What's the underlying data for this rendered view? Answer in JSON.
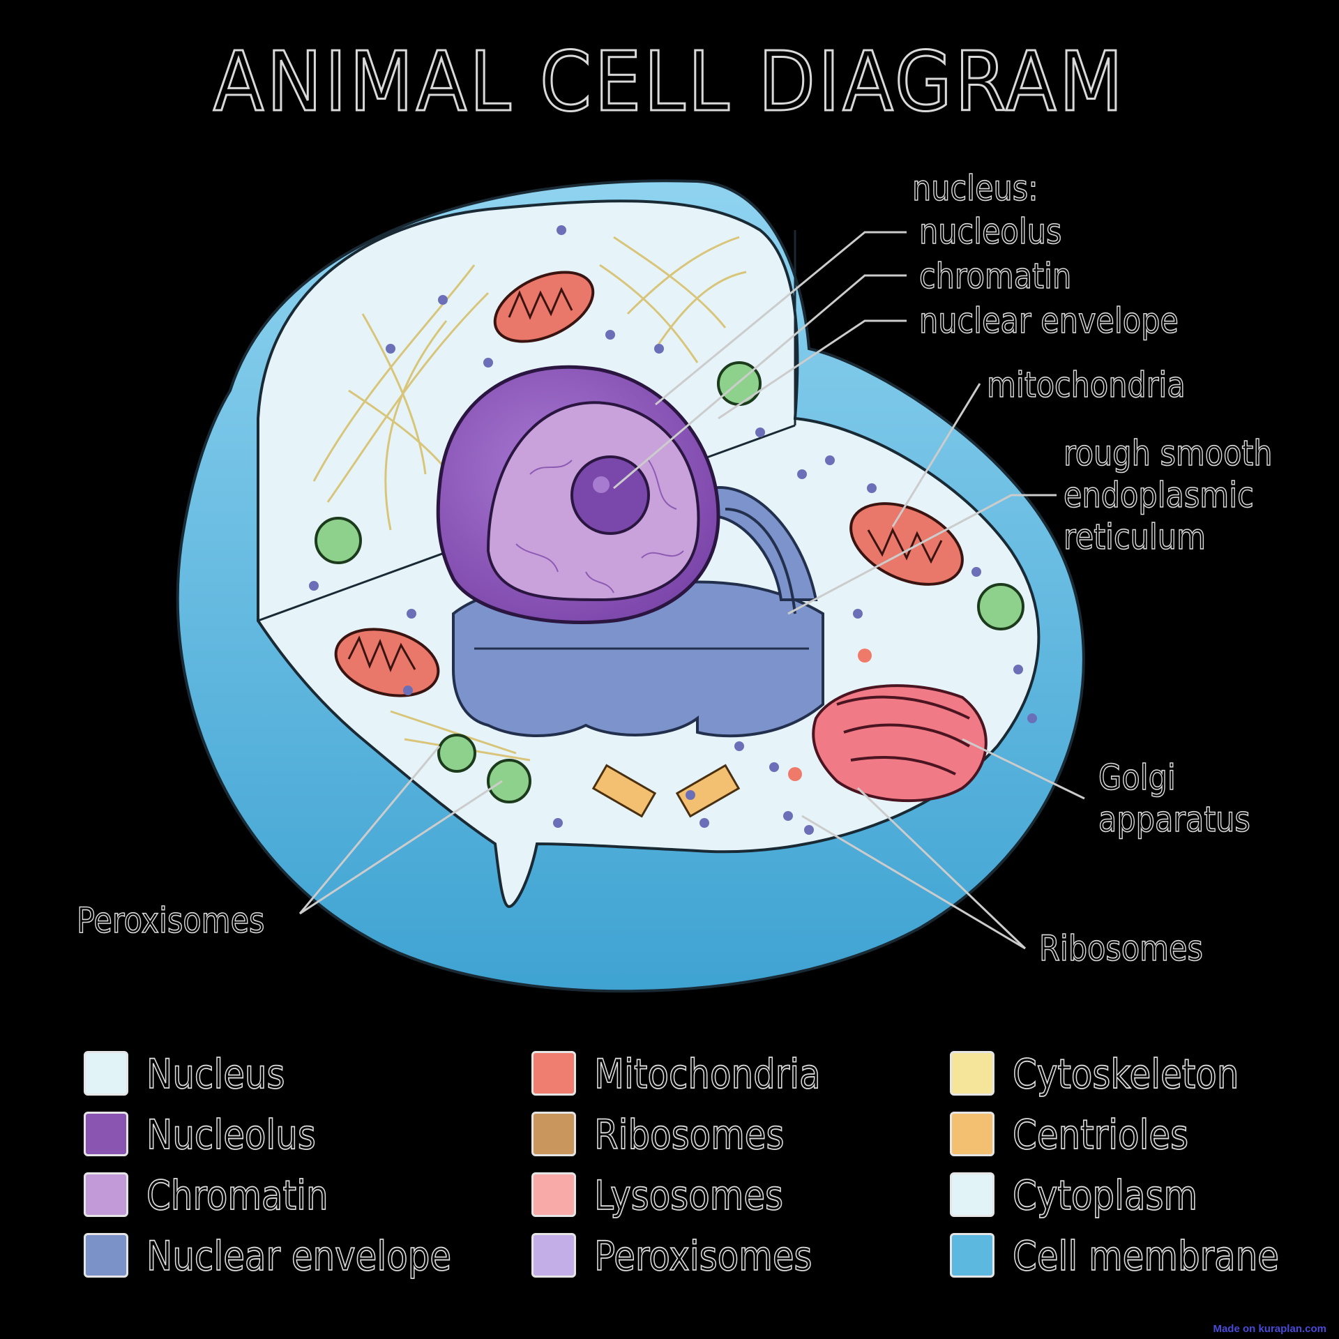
{
  "title": "ANIMAL CELL DIAGRAM",
  "labels": {
    "nucleus_header": "nucleus:",
    "nucleolus": "nucleolus",
    "chromatin": "chromatin",
    "nuclear_envelope": "nuclear envelope",
    "mitochondria": "mitochondria",
    "er_line1": "rough smooth",
    "er_line2": "endoplasmic",
    "er_line3": "reticulum",
    "golgi_line1": "Golgi",
    "golgi_line2": "apparatus",
    "peroxisomes": "Peroxisomes",
    "ribosomes": "Ribosomes"
  },
  "legend": [
    {
      "label": "Nucleus",
      "color": "#e2f3f8"
    },
    {
      "label": "Nucleolus",
      "color": "#8a55b0"
    },
    {
      "label": "Chromatin",
      "color": "#c29ad8"
    },
    {
      "label": "Nuclear envelope",
      "color": "#7b92c9"
    },
    {
      "label": "Mitochondria",
      "color": "#f07e70"
    },
    {
      "label": "Ribosomes",
      "color": "#c9965e"
    },
    {
      "label": "Lysosomes",
      "color": "#f7aaa8"
    },
    {
      "label": "Peroxisomes",
      "color": "#c3aee8"
    },
    {
      "label": "Cytoskeleton",
      "color": "#f4e59a"
    },
    {
      "label": "Centrioles",
      "color": "#f2c070"
    },
    {
      "label": "Cytoplasm",
      "color": "#e2f3f8"
    },
    {
      "label": "Cell membrane",
      "color": "#5cb8df"
    }
  ],
  "watermark": "Made on kuraplan.com"
}
